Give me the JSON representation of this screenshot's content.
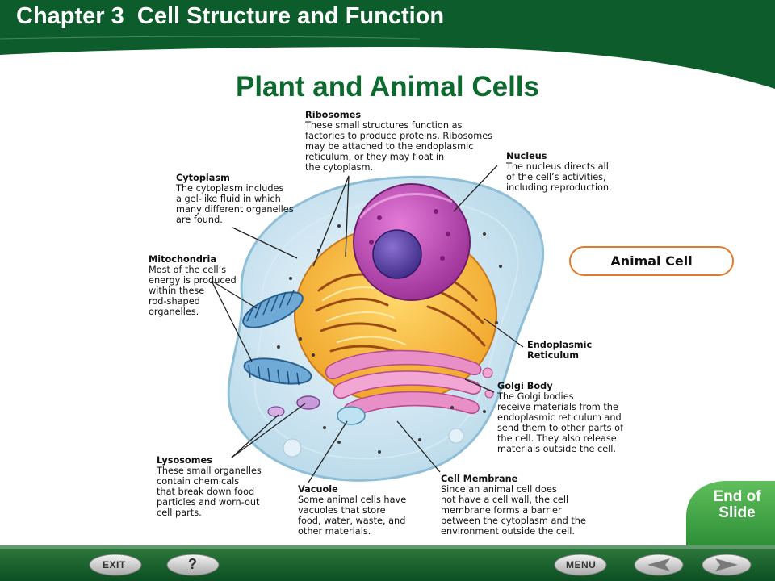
{
  "header": {
    "chapter_title": "Chapter 3  Cell Structure and Function"
  },
  "slide": {
    "title": "Plant and Animal Cells",
    "badge": "Animal Cell"
  },
  "labels": {
    "ribosomes": {
      "title": "Ribosomes",
      "lines": [
        "These small structures function as",
        "factories to produce proteins. Ribosomes",
        "may be attached to the endoplasmic",
        "reticulum, or they may float in",
        "the cytoplasm."
      ]
    },
    "nucleus": {
      "title": "Nucleus",
      "lines": [
        "The nucleus directs all",
        "of the cell’s activities,",
        "including reproduction."
      ]
    },
    "cytoplasm": {
      "title": "Cytoplasm",
      "lines": [
        "The cytoplasm includes",
        "a gel-like fluid in which",
        "many different organelles",
        "are found."
      ]
    },
    "mitochondria": {
      "title": "Mitochondria",
      "lines": [
        "Most of the cell’s",
        "energy is produced",
        "within these",
        "rod-shaped",
        "organelles."
      ]
    },
    "er": {
      "title": "Endoplasmic",
      "lines": [
        "Reticulum"
      ]
    },
    "golgi": {
      "title": "Golgi Body",
      "lines": [
        "The Golgi bodies",
        "receive materials from the",
        "endoplasmic reticulum and",
        "send them to other parts of",
        "the cell. They also release",
        "materials outside the cell."
      ]
    },
    "lysosomes": {
      "title": "Lysosomes",
      "lines": [
        "These small organelles",
        "contain chemicals",
        "that break down food",
        "particles and worn-out",
        "cell parts."
      ]
    },
    "vacuole": {
      "title": "Vacuole",
      "lines": [
        "Some animal cells have",
        "vacuoles that store",
        "food, water, waste, and",
        "other materials."
      ]
    },
    "membrane": {
      "title": "Cell Membrane",
      "lines": [
        "Since an animal cell does",
        "not have a cell wall, the cell",
        "membrane forms a barrier",
        "between the cytoplasm and the",
        "environment outside the cell."
      ]
    }
  },
  "end_slide": {
    "line1": "End of",
    "line2": "Slide"
  },
  "nav": {
    "exit": "EXIT",
    "help": "?",
    "menu": "MENU"
  },
  "colors": {
    "header_green": "#0d5c2b",
    "title_green": "#0d6a2e",
    "accent_orange": "#e07a2c"
  },
  "icons": {
    "back": "left-arrow-icon",
    "forward": "right-arrow-icon"
  }
}
